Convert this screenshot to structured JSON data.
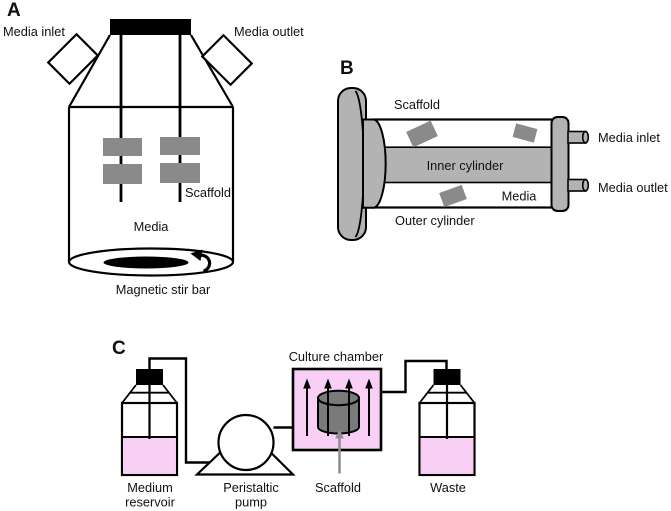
{
  "colors": {
    "black": "#000000",
    "light_gray": "#b3b3b3",
    "mid_gray": "#8a8a8a",
    "dark_gray": "#7a7a7a",
    "pointer_gray": "#8f8f8f",
    "pink": "#f9cff6"
  },
  "panels": {
    "a": {
      "letter": "A",
      "labels": {
        "media_inlet": "Media inlet",
        "media_outlet": "Media outlet",
        "scaffold": "Scaffold",
        "media": "Media",
        "magnetic_stir_bar": "Magnetic stir bar"
      }
    },
    "b": {
      "letter": "B",
      "labels": {
        "scaffold": "Scaffold",
        "inner_cylinder": "Inner cylinder",
        "media": "Media",
        "outer_cylinder": "Outer cylinder",
        "media_inlet": "Media inlet",
        "media_outlet": "Media outlet"
      }
    },
    "c": {
      "letter": "C",
      "labels": {
        "culture_chamber": "Culture chamber",
        "scaffold": "Scaffold",
        "medium_reservoir": [
          "Medium",
          "reservoir"
        ],
        "peristaltic_pump": [
          "Peristaltic",
          "pump"
        ],
        "waste": "Waste"
      }
    }
  }
}
